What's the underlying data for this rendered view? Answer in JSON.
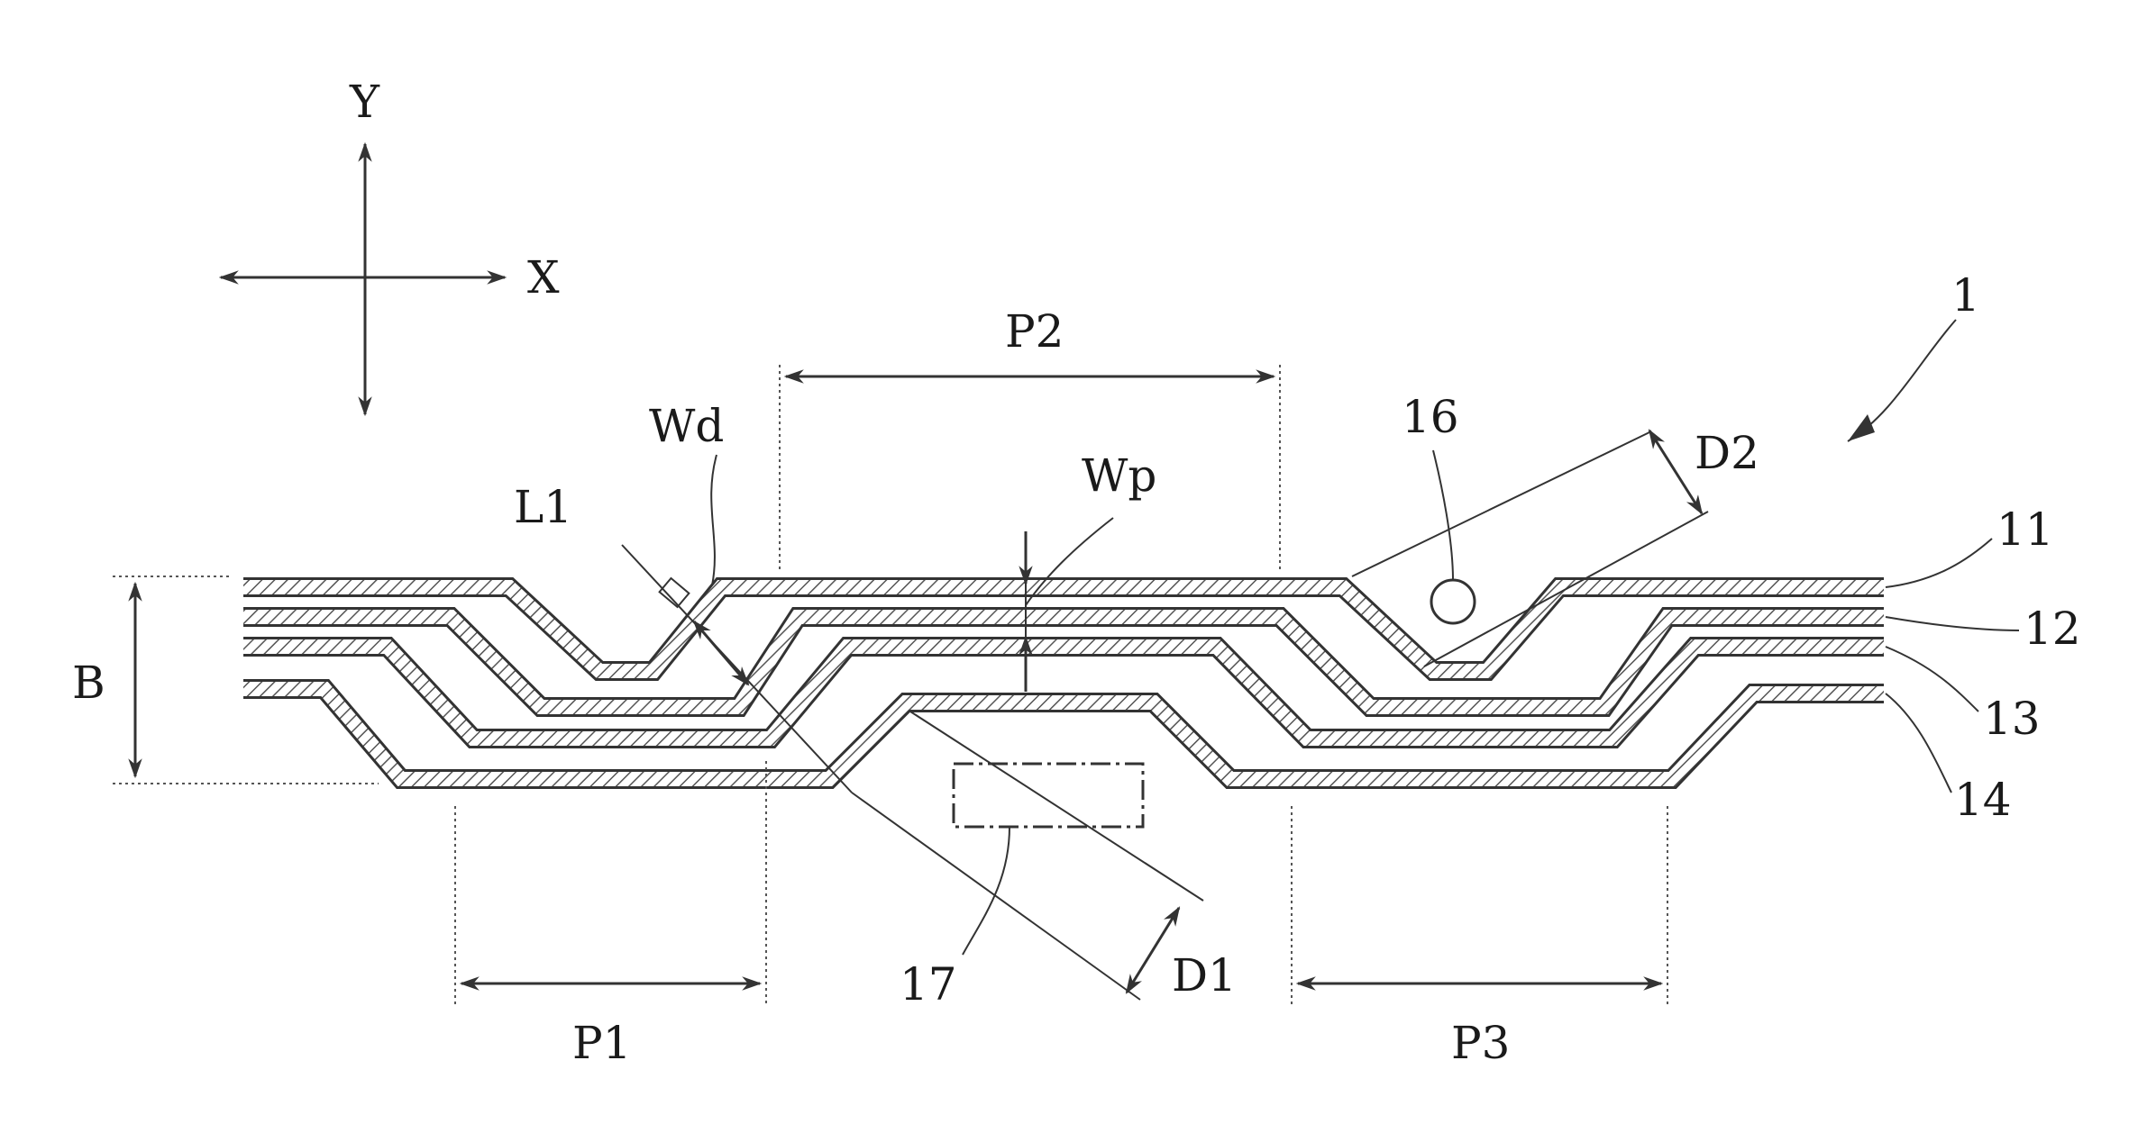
{
  "axes": {
    "y_label": "Y",
    "x_label": "X"
  },
  "assembly": {
    "ref_label": "1"
  },
  "pitches": {
    "p1": "P1",
    "p2": "P2",
    "p3": "P3"
  },
  "dims": {
    "b": "B",
    "wd": "Wd",
    "wp": "Wp",
    "l1": "L1",
    "d1": "D1",
    "d2": "D2"
  },
  "parts": {
    "p16": "16",
    "p17": "17"
  },
  "layers": {
    "l11": "11",
    "l12": "12",
    "l13": "13",
    "l14": "14"
  }
}
